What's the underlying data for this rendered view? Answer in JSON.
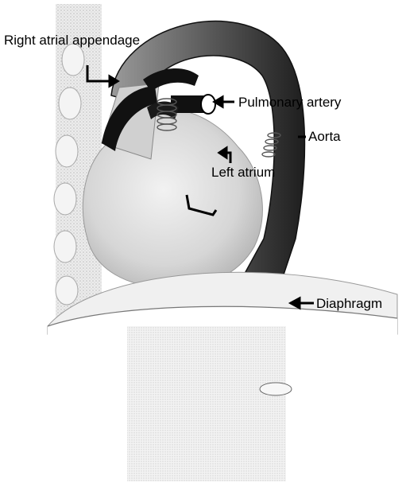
{
  "figure": {
    "labels": {
      "right_atrial_appendage": "Right atrial appendage",
      "pulmonary_artery": "Pulmonary artery",
      "aorta": "Aorta",
      "left_atrium": "Left atrium",
      "diaphragm": "Diaphragm"
    },
    "colors": {
      "aorta": "#2a2a2a",
      "pulmonary_artery": "#111111",
      "heart": "#d9d9d9",
      "spine": "#bdbdbd",
      "vertebra": "#e0e0e0",
      "diaphragm": "#e6e6e6",
      "arrow": "#000000"
    }
  }
}
